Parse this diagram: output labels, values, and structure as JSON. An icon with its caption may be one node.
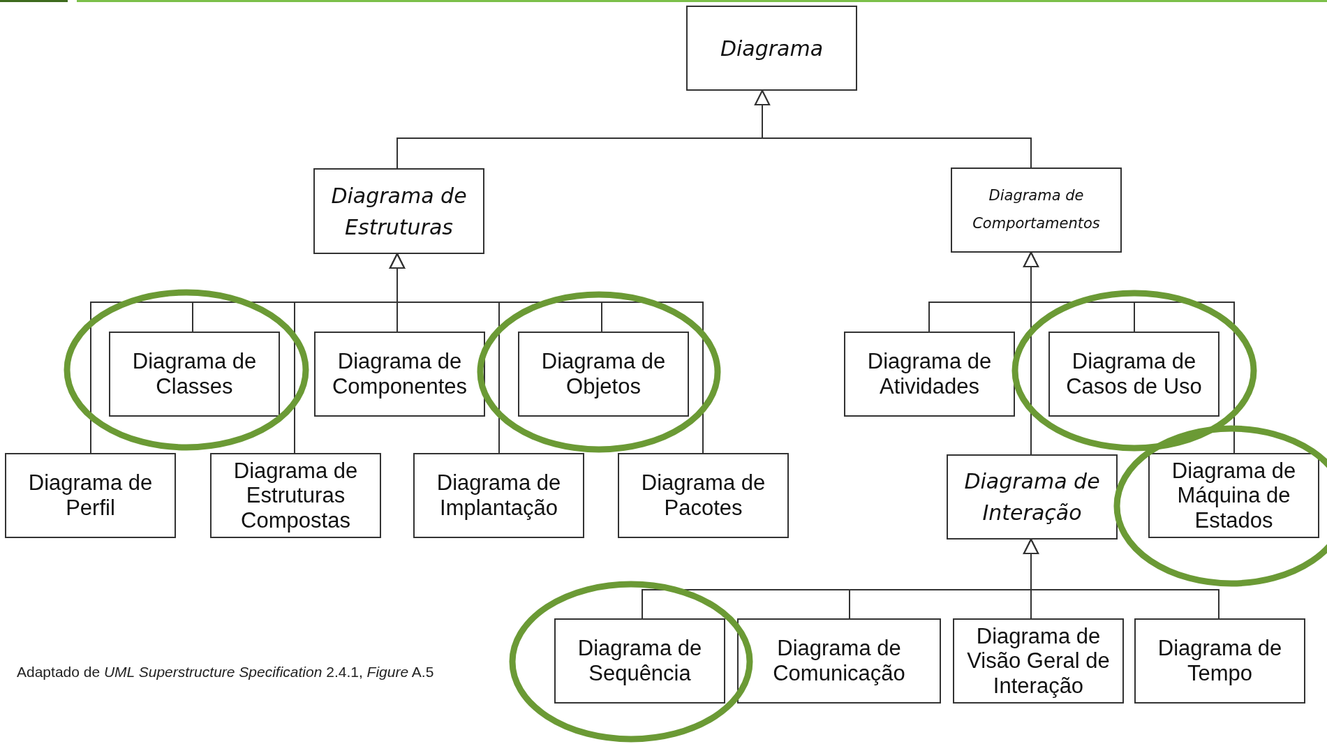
{
  "diagram": {
    "caption": "Adaptado de *UML Superstructure Specification* 2.4.1, *Figure* A.5",
    "nodes": [
      {
        "text": [
          "Diagrama"
        ]
      },
      {
        "text": [
          "Diagrama de Estruturas"
        ]
      },
      {
        "text": [
          "Diagrama de Comportamentos"
        ]
      },
      {
        "text": [
          "Diagrama de Classes"
        ]
      },
      {
        "text": [
          "Diagrama de Componentes"
        ]
      },
      {
        "text": [
          "Diagrama de Objetos"
        ]
      },
      {
        "text": [
          "Diagrama de Perfil"
        ]
      },
      {
        "text": [
          "Diagrama de Estruturas Compostas"
        ]
      },
      {
        "text": [
          "Diagrama de Implantação"
        ]
      },
      {
        "text": [
          "Diagrama de Pacotes"
        ]
      },
      {
        "text": [
          "Diagrama de Atividades"
        ]
      },
      {
        "text": [
          "Diagrama de Casos de Uso"
        ]
      },
      {
        "text": [
          "Diagrama de Interação"
        ]
      },
      {
        "text": [
          "Diagrama de Máquina de Estados"
        ]
      },
      {
        "text": [
          "Diagrama de Sequência"
        ]
      },
      {
        "text": [
          "Diagrama de Comunicação"
        ]
      },
      {
        "text": [
          "Diagrama de Visão Geral de Interação"
        ]
      },
      {
        "text": [
          "Diagrama de Tempo"
        ]
      }
    ],
    "edges": [
      {
        "from": 1,
        "to": 0,
        "arrow": "to"
      },
      {
        "from": 2,
        "to": 0,
        "arrow": "to"
      },
      {
        "from": 3,
        "to": 1,
        "arrow": "to"
      },
      {
        "from": 4,
        "to": 1,
        "arrow": "to"
      },
      {
        "from": 5,
        "to": 1,
        "arrow": "to"
      },
      {
        "from": 6,
        "to": 1,
        "arrow": "to"
      },
      {
        "from": 7,
        "to": 1,
        "arrow": "to"
      },
      {
        "from": 8,
        "to": 1,
        "arrow": "to"
      },
      {
        "from": 9,
        "to": 1,
        "arrow": "to"
      },
      {
        "from": 10,
        "to": 2,
        "arrow": "to"
      },
      {
        "from": 11,
        "to": 2,
        "arrow": "to"
      },
      {
        "from": 12,
        "to": 2,
        "arrow": "to"
      },
      {
        "from": 13,
        "to": 2,
        "arrow": "to"
      },
      {
        "from": 14,
        "to": 12,
        "arrow": "to"
      },
      {
        "from": 15,
        "to": 12,
        "arrow": "to"
      },
      {
        "from": 16,
        "to": 12,
        "arrow": "to"
      },
      {
        "from": 17,
        "to": 12,
        "arrow": "to"
      }
    ]
  }
}
